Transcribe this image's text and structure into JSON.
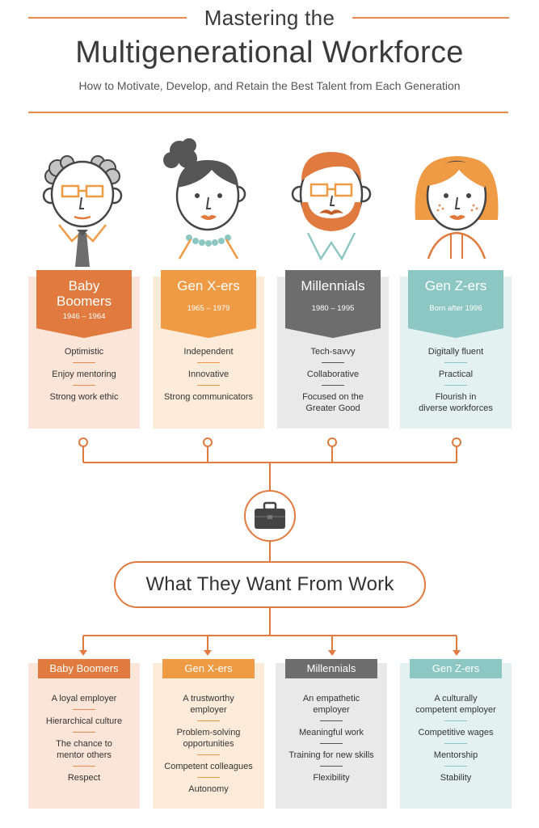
{
  "header": {
    "title_line1": "Mastering the",
    "title_line2": "Multigenerational Workforce",
    "subtitle": "How to Motivate, Develop, and Retain the Best Talent from Each Generation"
  },
  "colors": {
    "boomers": "#e07a3e",
    "genx": "#ef9a45",
    "millennials": "#6d6d6d",
    "genz": "#8cc7c4",
    "accent_line": "#e98a4e"
  },
  "generations": [
    {
      "name_line1": "Baby",
      "name_line2": "Boomers",
      "years": "1946 – 1964",
      "traits": [
        [
          "Optimistic"
        ],
        [
          "Enjoy mentoring"
        ],
        [
          "Strong work ethic"
        ]
      ]
    },
    {
      "name_line1": "Gen X-ers",
      "name_line2": "",
      "years": "1965 – 1979",
      "traits": [
        [
          "Independent"
        ],
        [
          "Innovative"
        ],
        [
          "Strong communicators"
        ]
      ]
    },
    {
      "name_line1": "Millennials",
      "name_line2": "",
      "years": "1980 – 1995",
      "traits": [
        [
          "Tech-savvy"
        ],
        [
          "Collaborative"
        ],
        [
          "Focused on the",
          "Greater Good"
        ]
      ]
    },
    {
      "name_line1": "Gen Z-ers",
      "name_line2": "",
      "years": "Born after 1996",
      "traits": [
        [
          "Digitally fluent"
        ],
        [
          "Practical"
        ],
        [
          "Flourish in",
          "diverse workforces"
        ]
      ]
    }
  ],
  "center": {
    "icon": "briefcase-icon",
    "label": "What They Want From Work"
  },
  "wants": [
    {
      "header": "Baby Boomers",
      "items": [
        [
          "A loyal employer"
        ],
        [
          "Hierarchical culture"
        ],
        [
          "The chance to",
          "mentor others"
        ],
        [
          "Respect"
        ]
      ]
    },
    {
      "header": "Gen X-ers",
      "items": [
        [
          "A trustworthy",
          "employer"
        ],
        [
          "Problem-solving",
          "opportunities"
        ],
        [
          "Competent colleagues"
        ],
        [
          "Autonomy"
        ]
      ]
    },
    {
      "header": "Millennials",
      "items": [
        [
          "An empathetic",
          "employer"
        ],
        [
          "Meaningful work"
        ],
        [
          "Training for new skills"
        ],
        [
          "Flexibility"
        ]
      ]
    },
    {
      "header": "Gen Z-ers",
      "items": [
        [
          "A culturally",
          "competent employer"
        ],
        [
          "Competitive wages"
        ],
        [
          "Mentorship"
        ],
        [
          "Stability"
        ]
      ]
    }
  ]
}
